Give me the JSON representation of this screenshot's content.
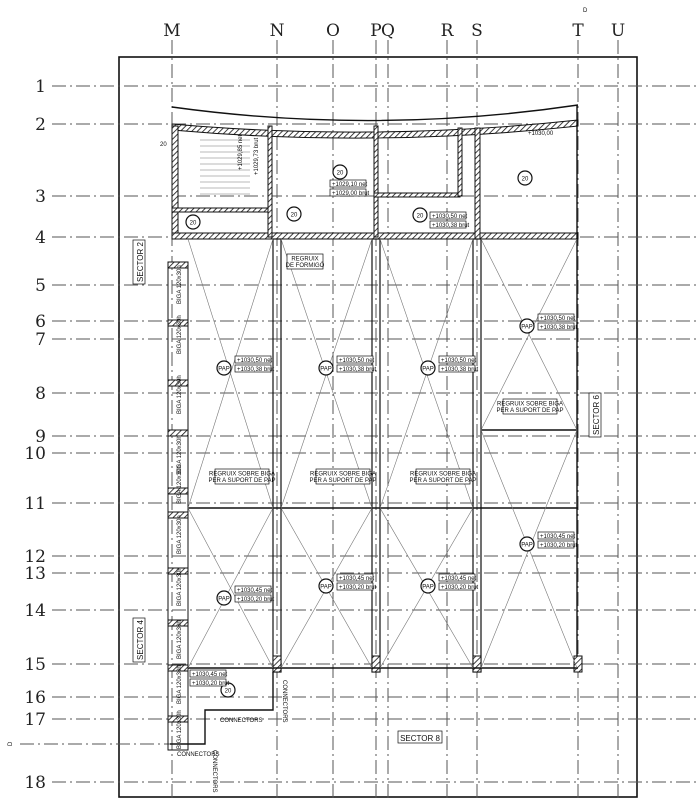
{
  "grid": {
    "columns": [
      "M",
      "N",
      "O",
      "P",
      "Q",
      "R",
      "S",
      "T",
      "U"
    ],
    "rows": [
      "1",
      "2",
      "3",
      "4",
      "5",
      "6",
      "7",
      "8",
      "9",
      "10",
      "11",
      "12",
      "13",
      "14",
      "15",
      "16",
      "17",
      "18"
    ],
    "section_mark_vertical": "D",
    "section_mark_horizontal": "D"
  },
  "sectors": [
    "SECTOR 2",
    "SECTOR 4",
    "SECTOR 6",
    "SECTOR 8"
  ],
  "rooms": {
    "slab_marker": "20",
    "pap_marker": "PAP",
    "levels": {
      "upper_net": "+1030,50 net",
      "upper_brut": "+1030,38 brut",
      "lower_net": "+1030,45 net",
      "lower_brut": "+1030,20 brut",
      "core_net": "+1029,10 net",
      "core_brut": "+1029,00 brut",
      "stair_net": "+1029,85 net",
      "stair_brut": "+1029,73 brut",
      "corner": "+1030,00"
    }
  },
  "notes": {
    "regruix_line1": "REGRUIX  SOBRE BIGA",
    "regruix_line2": "PER A SUPORT DE PAP",
    "formigo_line1": "REGRUIX",
    "formigo_line2": "DE FORMIGÓ",
    "beam": "BIGA 120x30h",
    "connectors": "CONNECTORS",
    "dim": "20"
  }
}
